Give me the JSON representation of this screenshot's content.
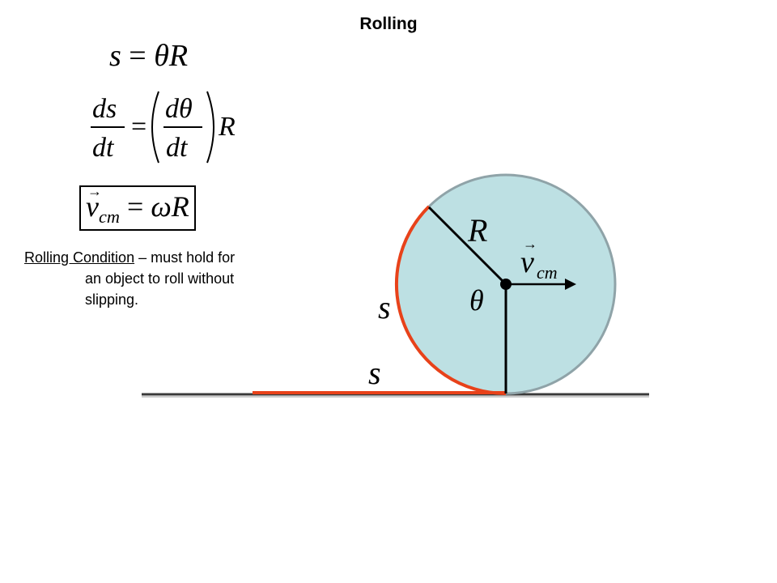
{
  "title": "Rolling",
  "equations": {
    "eq1": {
      "lhs": "s",
      "op": "=",
      "theta": "θ",
      "r": "R"
    },
    "eq2": {
      "ds": "ds",
      "dt": "dt",
      "eq": "=",
      "dtheta": "dθ",
      "r": "R"
    },
    "eq3": {
      "v": "v",
      "sub": "cm",
      "op": "=",
      "omega": "ω",
      "r": "R"
    }
  },
  "caption": {
    "term": "Rolling Condition",
    "rest_line1": " – must hold for",
    "rest_line2": "an object to roll without",
    "rest_line3": "slipping."
  },
  "diagram": {
    "labels": {
      "radius": "R",
      "velocity": "v",
      "velocity_sub": "cm",
      "angle": "θ",
      "arc": "s",
      "ground": "s"
    },
    "colors": {
      "wheel_fill": "#bde0e3",
      "wheel_stroke": "#8fa3a8",
      "arc": "#e8421a",
      "ground": "#3a3a3a"
    }
  }
}
